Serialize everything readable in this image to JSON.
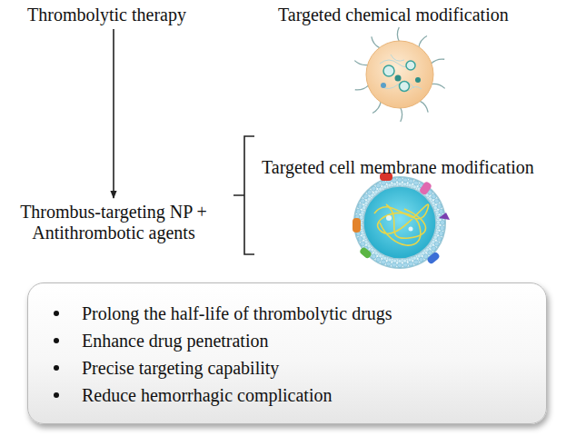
{
  "diagram": {
    "nodes": [
      {
        "text": [
          "Thrombolytic therapy"
        ]
      },
      {
        "text": [
          "Thrombus-targeting NP + Antithrombotic agents"
        ]
      },
      {
        "text": [
          "Targeted chemical modification"
        ]
      },
      {
        "text": [
          "Targeted cell membrane modification"
        ]
      },
      {
        "text": [
          "Prolong the half-life of thrombolytic drugs",
          "Enhance drug penetration",
          "Precise targeting capability",
          "Reduce hemorrhagic complication"
        ]
      }
    ],
    "edges": [
      {
        "from": 0,
        "to": 1,
        "arrow": "to"
      }
    ]
  }
}
